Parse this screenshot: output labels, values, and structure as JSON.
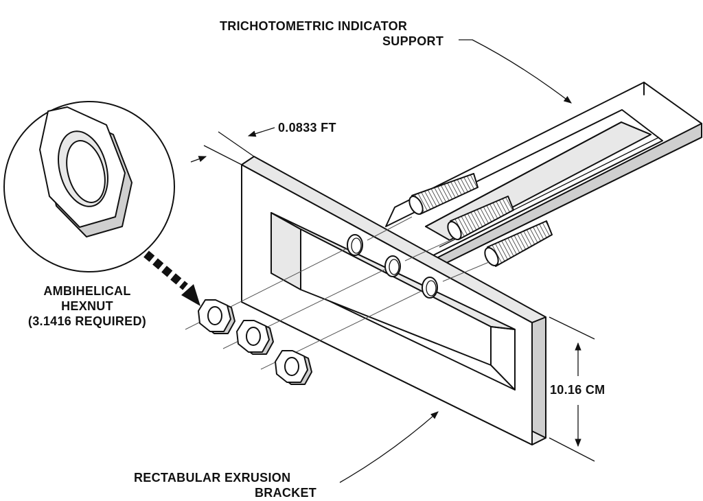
{
  "labels": {
    "support_line1": "TRICHOTOMETRIC INDICATOR",
    "support_line2": "SUPPORT",
    "thickness": "0.0833 FT",
    "hexnut_line1": "AMBIHELICAL",
    "hexnut_line2": "HEXNUT",
    "hexnut_line3": "(3.1416 REQUIRED)",
    "height": "10.16 CM",
    "bracket_line1": "RECTABULAR EXRUSION",
    "bracket_line2": "BRACKET"
  },
  "parts": {
    "threaded_rods": 3,
    "hexnuts_shown": 3,
    "bracket_holes": 3
  }
}
